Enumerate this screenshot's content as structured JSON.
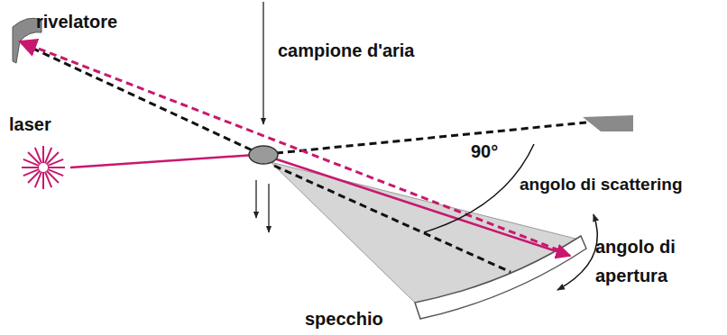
{
  "diagram": {
    "labels": [
      "rivelatore",
      "campione d'aria",
      "laser",
      "90°",
      "angolo di scattering",
      "angolo di apertura",
      "specchio"
    ]
  }
}
